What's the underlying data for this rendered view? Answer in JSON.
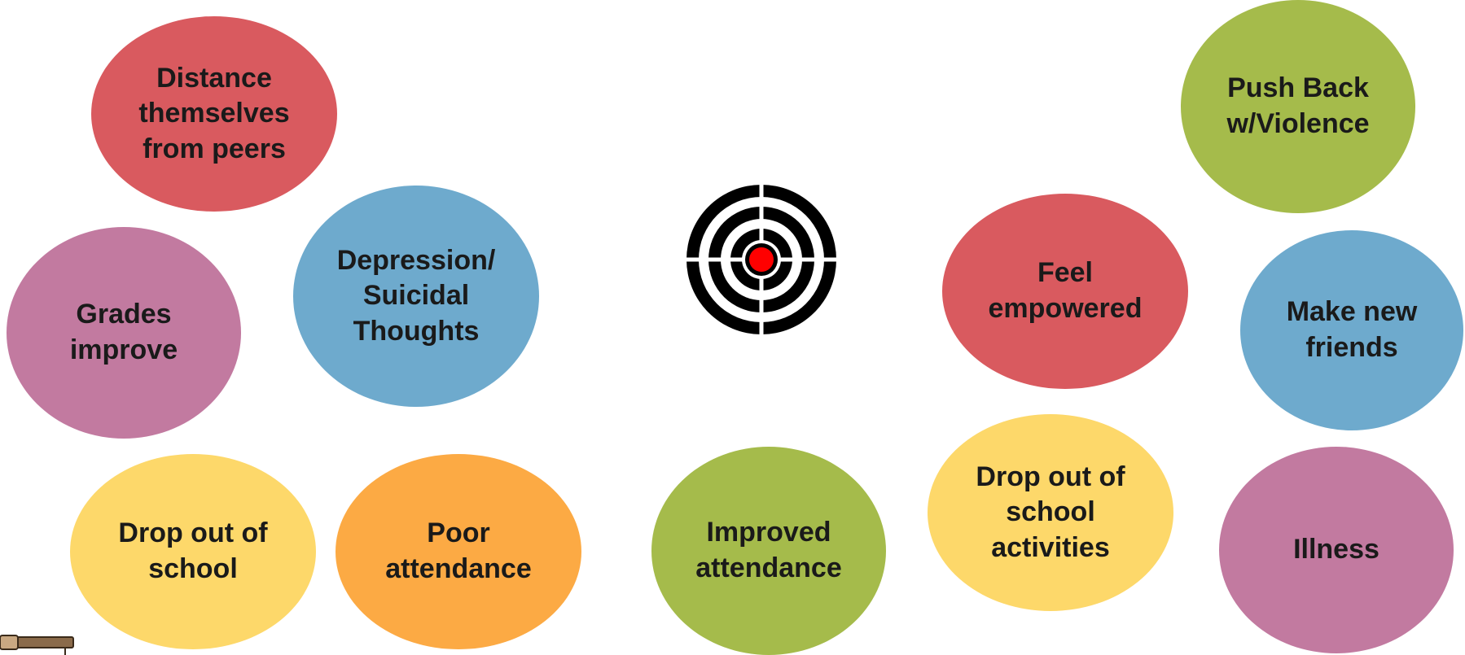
{
  "bubbles": [
    {
      "id": "distance-peers",
      "label": "Distance\nthemselves\nfrom peers",
      "color": "#d95a5f"
    },
    {
      "id": "grades-improve",
      "label": "Grades\nimprove",
      "color": "#c27aa0"
    },
    {
      "id": "depression",
      "label": "Depression/\nSuicidal\nThoughts",
      "color": "#6eaacd"
    },
    {
      "id": "drop-out-school",
      "label": "Drop out of\nschool",
      "color": "#fdd86a"
    },
    {
      "id": "poor-attendance",
      "label": "Poor\nattendance",
      "color": "#fcaa44"
    },
    {
      "id": "improved-attendance",
      "label": "Improved\nattendance",
      "color": "#a5bb4b"
    },
    {
      "id": "feel-empowered",
      "label": "Feel\nempowered",
      "color": "#d95a5f"
    },
    {
      "id": "drop-out-activities",
      "label": "Drop out of\nschool\nactivities",
      "color": "#fdd86a"
    },
    {
      "id": "push-back",
      "label": "Push Back\nw/Violence",
      "color": "#a5bb4b"
    },
    {
      "id": "make-friends",
      "label": "Make new\nfriends",
      "color": "#6eaacd"
    },
    {
      "id": "illness",
      "label": "Illness",
      "color": "#c27aa0"
    }
  ],
  "target": {
    "icon": "target-icon",
    "ring_color": "#000000",
    "center_color": "#ff0000"
  },
  "corner_graphic": {
    "icon": "pencil-icon",
    "color": "#8a6a4a"
  }
}
